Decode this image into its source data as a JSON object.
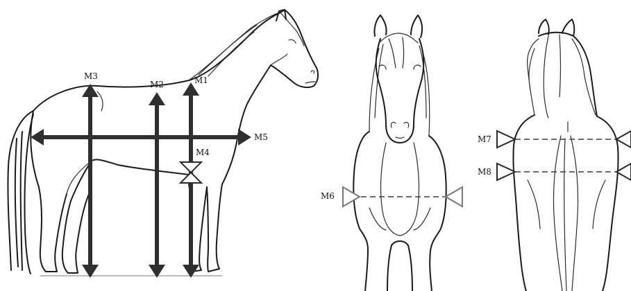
{
  "labels": {
    "m1": "M1",
    "m2": "M2",
    "m3": "M3",
    "m4": "M4",
    "m5": "M5",
    "m6": "M6",
    "m7": "M7",
    "m8": "M8"
  },
  "colors": {
    "ink": "#1a1a1a",
    "arrow": "#2f2f2f",
    "background": "#ffffff"
  }
}
